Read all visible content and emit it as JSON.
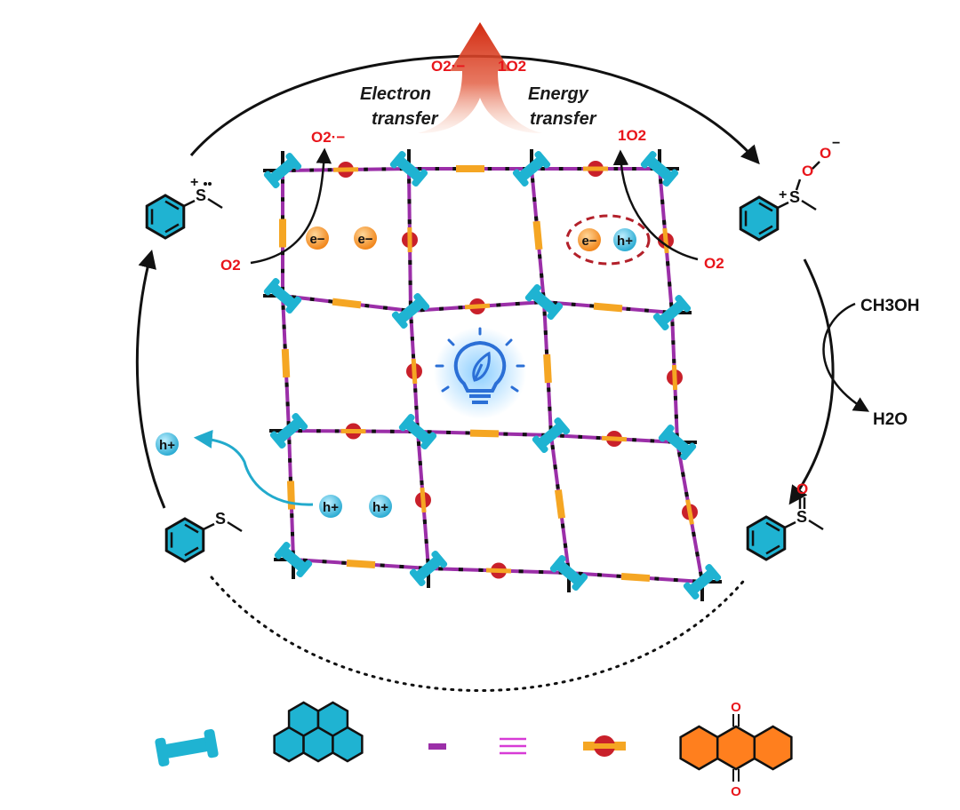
{
  "top_arrow": {
    "left_species": "O2·−",
    "right_species": "1O2",
    "left_label_line1": "Electron",
    "left_label_line2": "transfer",
    "right_label_line1": "Energy",
    "right_label_line2": "transfer"
  },
  "left_reaction": {
    "reactant": "O2",
    "product": "O2·−"
  },
  "right_reaction": {
    "reactant": "O2",
    "product": "1O2"
  },
  "methanol": {
    "reactant": "CH3OH",
    "product": "H2O"
  },
  "carriers": {
    "electron": "e−",
    "hole": "h+"
  },
  "molecules": {
    "radical_cation": "thioanisole radical cation",
    "persulfoxide": "persulfoxide intermediate",
    "sulfoxide": "methyl phenyl sulfoxide",
    "sulfide": "thioanisole"
  },
  "legend": [
    "linker",
    "pyrene",
    "single bond",
    "triple bond",
    "anthraquinone node",
    "anthraquinone"
  ],
  "colors": {
    "cyan": "#1fb3d2",
    "purple": "#9b2fa8",
    "orange": "#f5a623",
    "red": "#e8151b",
    "dark_red": "#b3202a",
    "aq_orange": "#ff7f1e"
  }
}
